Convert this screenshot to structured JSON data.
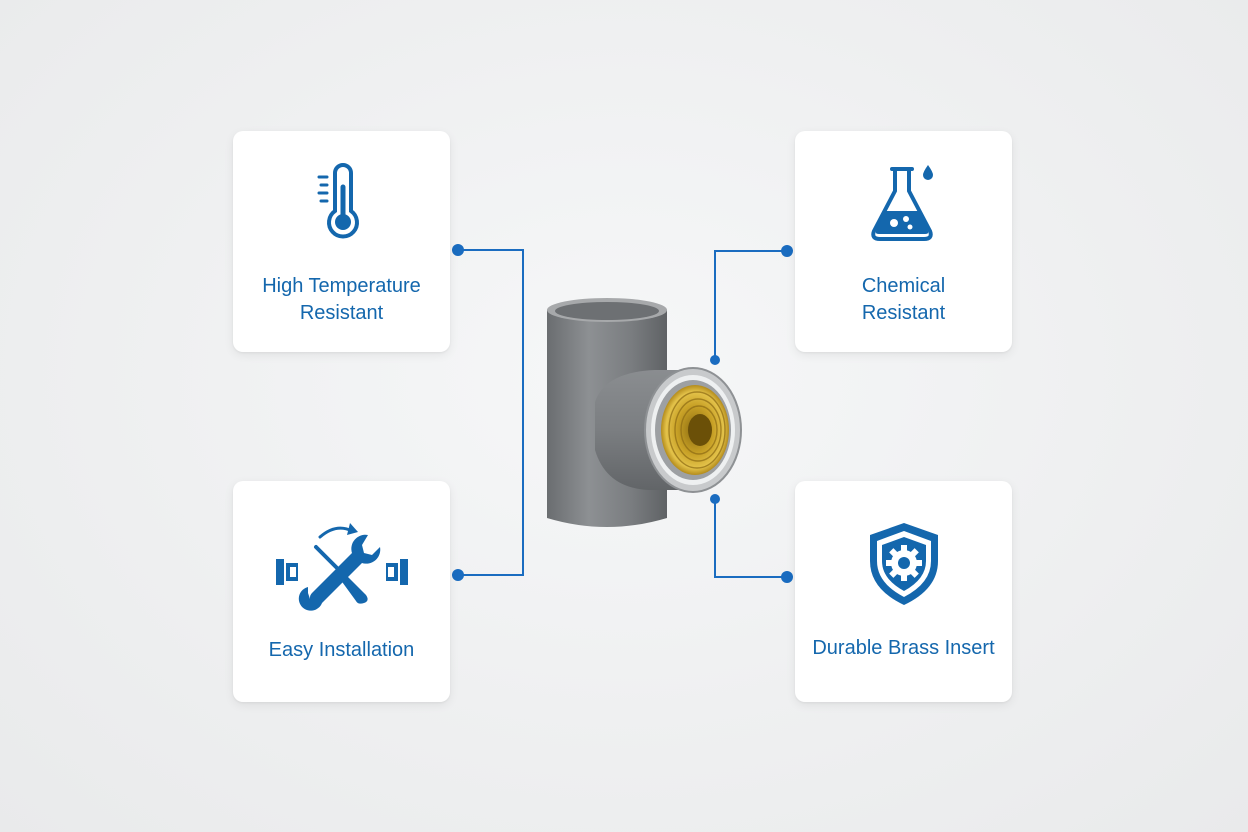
{
  "colors": {
    "accent": "#1467ad",
    "connector": "#1a6cc0",
    "card_bg": "#ffffff",
    "pipe_gray": "#7f8285",
    "brass": "#c9a227"
  },
  "product": {
    "icon": "brass-insert-tee-fitting"
  },
  "features": [
    {
      "label": "High Temperature\nResistant",
      "icon": "thermometer-icon"
    },
    {
      "label": "Chemical\nResistant",
      "icon": "flask-icon"
    },
    {
      "label": "Easy Installation",
      "icon": "tools-icon"
    },
    {
      "label": "Durable Brass Insert",
      "icon": "shield-gear-icon"
    }
  ]
}
